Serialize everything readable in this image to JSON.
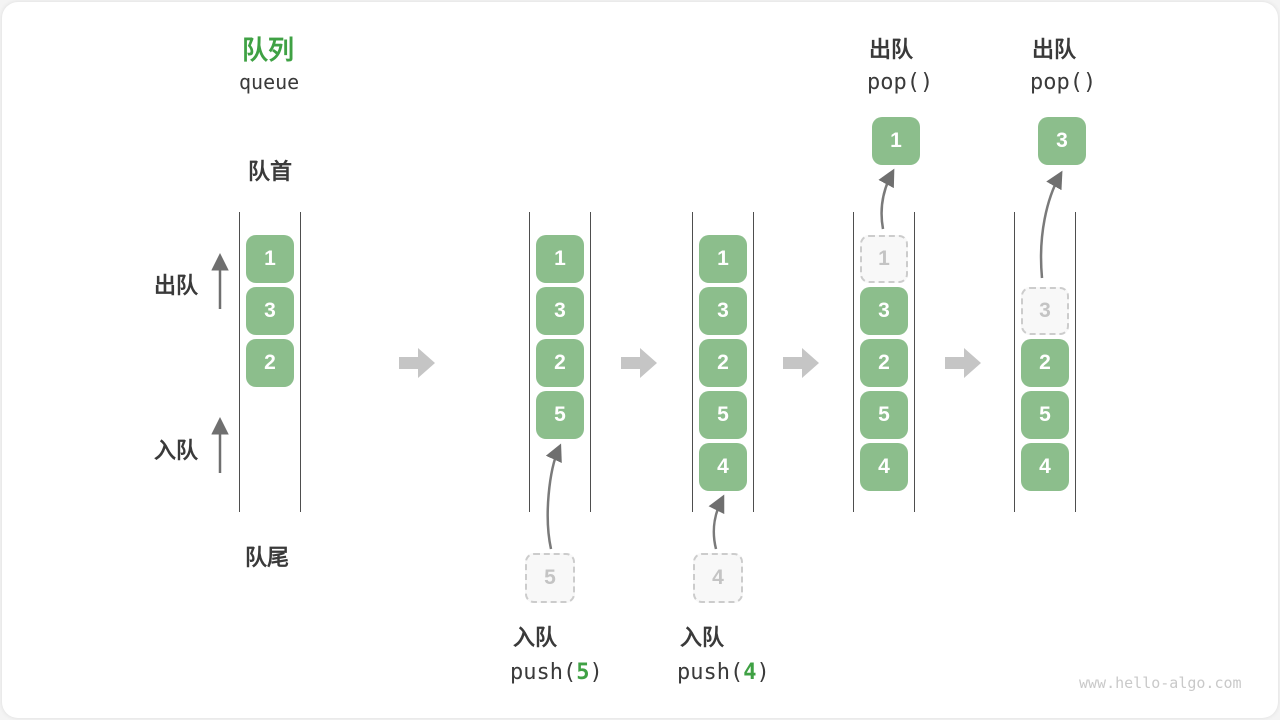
{
  "title": {
    "zh": "队列",
    "en": "queue"
  },
  "labels": {
    "front": "队首",
    "rear": "队尾",
    "dequeue": "出队",
    "enqueue": "入队"
  },
  "states": [
    {
      "name": "initial",
      "cells": [
        "1",
        "3",
        "2"
      ]
    },
    {
      "name": "after-push-5",
      "cells": [
        "1",
        "3",
        "2",
        "5"
      ],
      "staged": "5",
      "op_label": "入队",
      "code": {
        "fn": "push(",
        "arg": "5",
        "close": ")"
      }
    },
    {
      "name": "after-push-4",
      "cells": [
        "1",
        "3",
        "2",
        "5",
        "4"
      ],
      "staged": "4",
      "op_label": "入队",
      "code": {
        "fn": "push(",
        "arg": "4",
        "close": ")"
      }
    },
    {
      "name": "after-pop-1",
      "op_label": "出队",
      "code_plain": "pop()",
      "popped": "1",
      "ghost": "1",
      "cells": [
        "3",
        "2",
        "5",
        "4"
      ]
    },
    {
      "name": "after-pop-3",
      "op_label": "出队",
      "code_plain": "pop()",
      "popped": "3",
      "ghost": "3",
      "cells": [
        "2",
        "5",
        "4"
      ]
    }
  ],
  "icons": {
    "flow_arrow": "block-right-arrow",
    "side_arrow": "thin-up-arrow",
    "enqueue_arrow": "curved-up-arrow",
    "dequeue_arrow": "curved-up-arrow"
  },
  "colors": {
    "accent_green": "#3fa144",
    "cell_green": "#8cbe8c",
    "text_dark": "#3a3a3a",
    "flow_arrow_gray": "#c5c5c5",
    "thin_arrow_gray": "#6f6f6f",
    "ghost_gray": "#c4c4c4",
    "wall_gray": "#4e4e4e",
    "watermark_gray": "#c9c9c9"
  },
  "watermark": "www.hello-algo.com"
}
